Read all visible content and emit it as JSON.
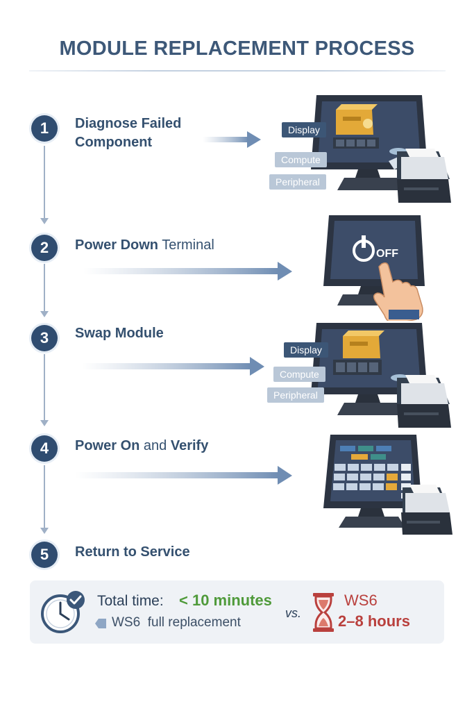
{
  "title": "MODULE REPLACEMENT PROCESS",
  "steps": [
    {
      "number": "1",
      "label_bold": "Diagnose Failed Component",
      "label_plain": ""
    },
    {
      "number": "2",
      "label_bold": "Power Down",
      "label_plain": " Terminal"
    },
    {
      "number": "3",
      "label_bold": "Swap Module",
      "label_plain": ""
    },
    {
      "number": "4",
      "label_bold": "Power On",
      "label_plain": " and ",
      "label_bold2": "Verify"
    },
    {
      "number": "5",
      "label_bold": "Return to Service",
      "label_plain": ""
    }
  ],
  "module_labels": {
    "display": "Display",
    "compute": "Compute",
    "peripheral": "Peripheral"
  },
  "power_button_text": "OFF",
  "summary": {
    "total_label": "Total time:",
    "total_value": "< 10 minutes",
    "comparison_label": "WS6  full replacement",
    "vs": "vs.",
    "ws6_name": "WS6",
    "ws6_time": "2–8 hours"
  },
  "colors": {
    "accent": "#2f4c70",
    "green": "#4f9a3a",
    "red": "#b9403d"
  }
}
